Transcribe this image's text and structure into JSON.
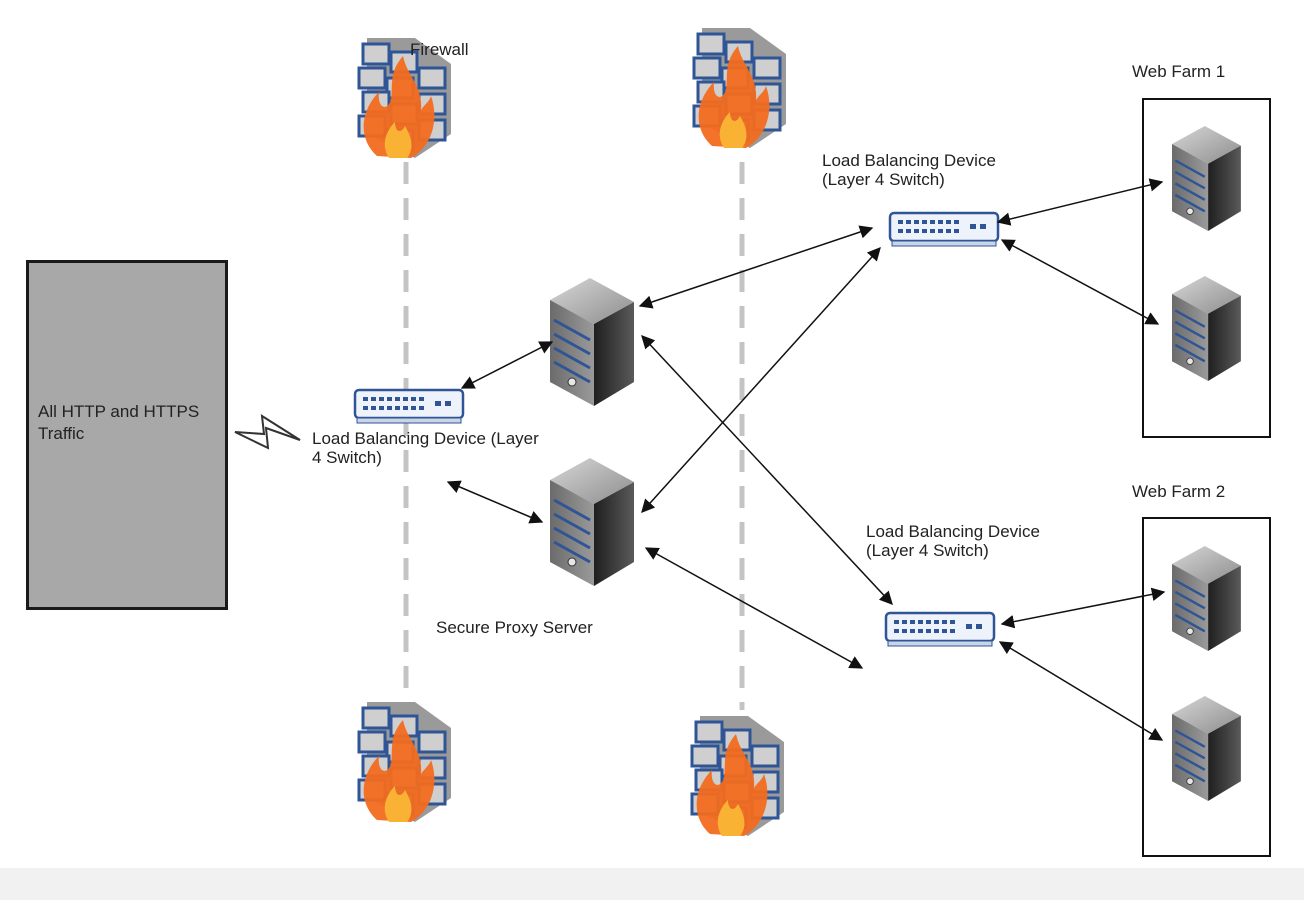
{
  "diagram": {
    "traffic_source": {
      "label": "All HTTP and HTTPS\nTraffic"
    },
    "firewall_label": "Firewall",
    "front_lb_label": "Load Balancing Device (Layer\n4 Switch)",
    "proxy_label": "Secure Proxy Server",
    "lb_farm1_label": "Load Balancing Device\n(Layer 4 Switch)",
    "lb_farm2_label": "Load Balancing Device\n(Layer 4 Switch)",
    "web_farms": [
      {
        "title": "Web Farm 1"
      },
      {
        "title": "Web Farm 2"
      }
    ],
    "colors": {
      "traffic_box": "#a8a8a8",
      "switch_blue": "#2f5597",
      "flame_orange": "#f26c1f",
      "flame_yellow": "#f9b233",
      "brick_gray": "#c9c9c9",
      "server_dark": "#2e2e2e",
      "server_stripe": "#2f5597"
    },
    "icons": [
      "firewall-icon",
      "switch-icon",
      "server-icon",
      "lightning-icon"
    ]
  }
}
